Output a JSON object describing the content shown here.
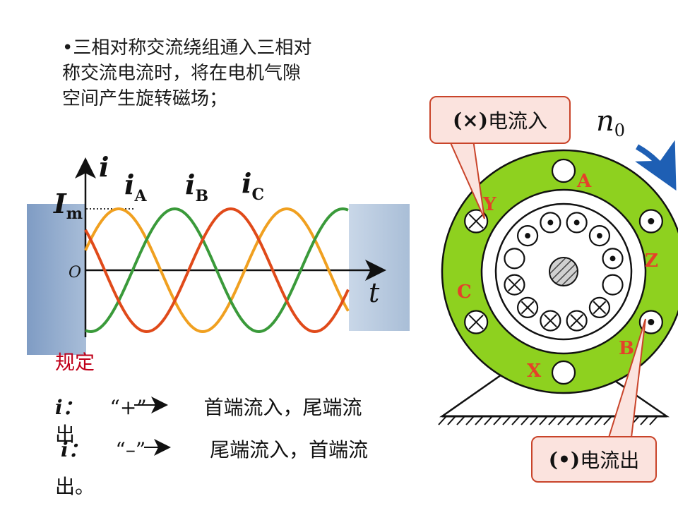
{
  "intro": {
    "line1": "•三相对称交流绕组通入三相对",
    "line2": "称交流电流时，将在电机气隙",
    "line3": "空间产生旋转磁场；"
  },
  "waveform": {
    "y_axis_label": "i",
    "x_axis_label": "t",
    "origin_label": "O",
    "amplitude_label": "I",
    "amplitude_subscript": "m",
    "phases": [
      {
        "symbol": "i",
        "subscript": "A",
        "color": "#f0a020",
        "phase_deg": 0
      },
      {
        "symbol": "i",
        "subscript": "B",
        "color": "#3a9a3a",
        "phase_deg": -120
      },
      {
        "symbol": "i",
        "subscript": "C",
        "color": "#e04a1a",
        "phase_deg": 120
      }
    ]
  },
  "rules": {
    "title": "规定",
    "rule1": {
      "symbol": "i：",
      "sign": "“+”",
      "text": "首端流入，尾端流",
      "wrap": "出"
    },
    "rule2": {
      "symbol": "i：",
      "sign": "“–”",
      "text": "尾端流入，首端流",
      "wrap": "出。"
    }
  },
  "motor": {
    "speed_label": "n",
    "speed_subscript": "0",
    "arrow_color": "#1e5fb4",
    "stator_color": "#8ed11f",
    "label_color": "#e5402a",
    "winding_labels": [
      "A",
      "Z",
      "B",
      "X",
      "C",
      "Y"
    ],
    "callout_in": {
      "symbol": "(×)",
      "text": "电流入"
    },
    "callout_out": {
      "symbol": "(•)",
      "text": "电流出"
    }
  }
}
